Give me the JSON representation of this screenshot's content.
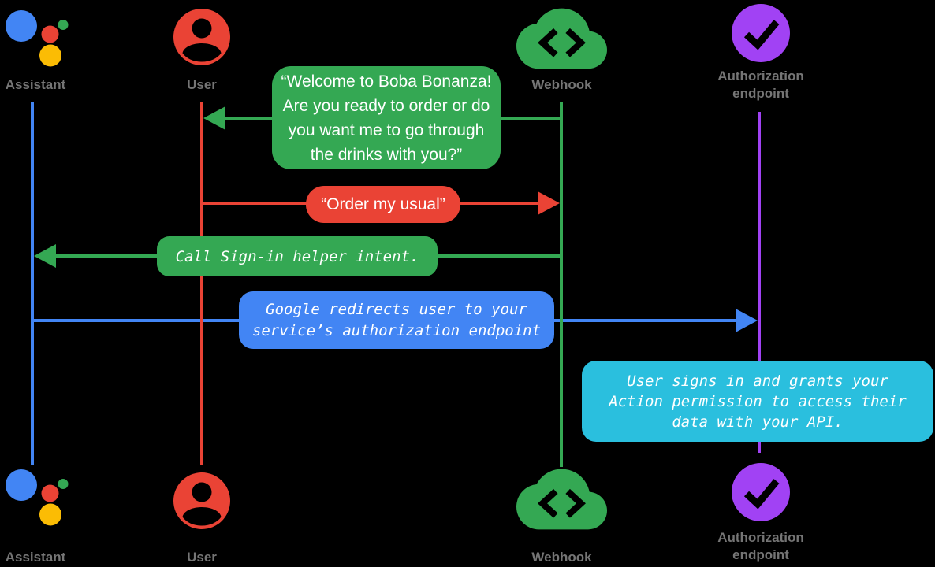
{
  "background": "#000000",
  "colors": {
    "assistant_blue": "#4285F4",
    "user_red": "#EA4335",
    "webhook_green": "#34A853",
    "authorization_purple": "#A142F4",
    "assistant_logo_yellow": "#FBBC04",
    "signin_note_cyan": "#2ABFDE",
    "label_gray": "#757575",
    "bubble_text": "#FFFFFF"
  },
  "actors": [
    {
      "id": "assistant",
      "label": "Assistant",
      "icon": "google-assistant-logo"
    },
    {
      "id": "user",
      "label": "User",
      "icon": "user-circle-icon"
    },
    {
      "id": "webhook",
      "label": "Webhook",
      "icon": "cloud-code-icon"
    },
    {
      "id": "authorization_endpoint",
      "label": "Authorization endpoint",
      "icon": "check-circle-icon"
    }
  ],
  "messages": [
    {
      "id": "welcome",
      "from": "webhook",
      "to": "user",
      "kind": "speech",
      "color": "#34A853",
      "lines": [
        "“Welcome to Boba Bonanza!",
        "Are you ready to order or do",
        "you want me to go through",
        "the drinks with you?”"
      ]
    },
    {
      "id": "order-my-usual",
      "from": "user",
      "to": "webhook",
      "kind": "speech",
      "color": "#EA4335",
      "lines": [
        "“Order my usual”"
      ]
    },
    {
      "id": "sign-in-helper",
      "from": "webhook",
      "to": "assistant",
      "kind": "code",
      "color": "#34A853",
      "lines": [
        "Call Sign-in helper intent."
      ]
    },
    {
      "id": "redirect",
      "from": "assistant",
      "to": "authorization_endpoint",
      "kind": "code",
      "color": "#4285F4",
      "lines": [
        "Google redirects user to your",
        "service’s authorization endpoint"
      ]
    },
    {
      "id": "user-signs-in",
      "at": "authorization_endpoint",
      "kind": "note",
      "color": "#2ABFDE",
      "lines": [
        "User signs in and grants your",
        "Action permission to access their",
        "data with your API."
      ]
    }
  ]
}
